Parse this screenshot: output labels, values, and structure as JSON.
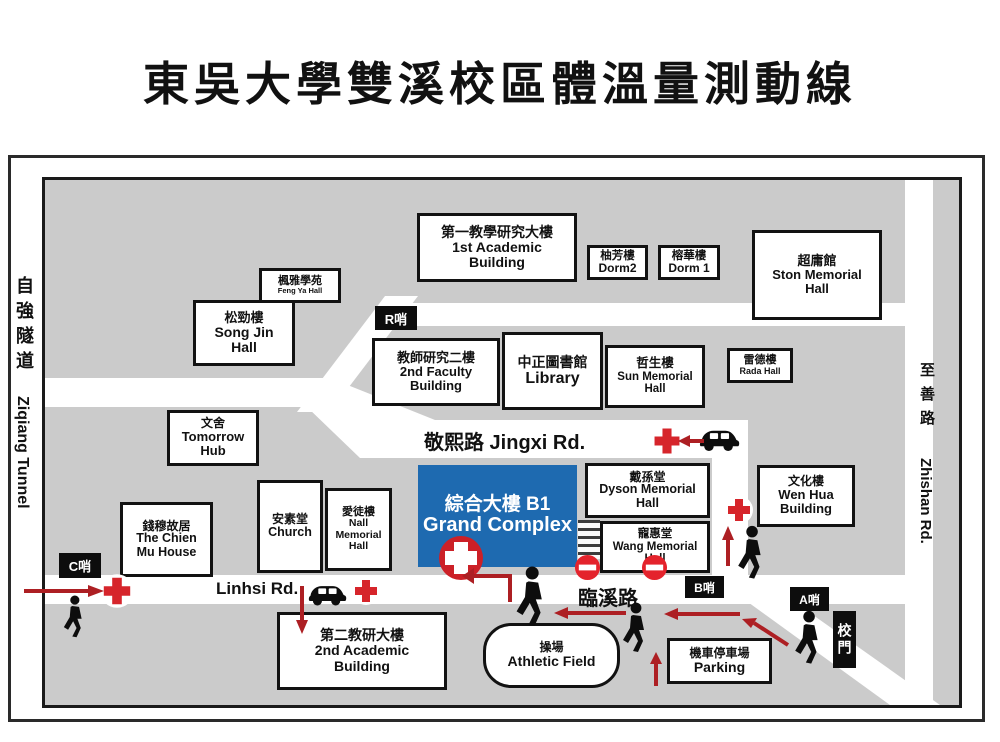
{
  "title": "東吳大學雙溪校區體溫量測動線",
  "margins": {
    "left_zh": "自強隧道",
    "left_en": "Ziqiang Tunnel",
    "right_zh": "至善路",
    "right_en": "Zhishan Rd."
  },
  "roads": {
    "jingxi": "敬熙路 Jingxi Rd.",
    "linhsi_en": "Linhsi Rd.",
    "linhsi_zh": "臨溪路"
  },
  "checkpoints": {
    "r": "R哨",
    "c": "C哨",
    "b": "B哨",
    "a": "A哨",
    "gate": "校門"
  },
  "buildings": {
    "feng_ya": {
      "zh": "楓雅學苑",
      "en": "Feng Ya Hall"
    },
    "song_jin": {
      "zh": "松勁樓",
      "en": "Song Jin Hall"
    },
    "first_academic": {
      "zh": "第一教學研究大樓",
      "en": "1st Academic Building"
    },
    "dorm2": {
      "zh": "柚芳樓",
      "en": "Dorm2"
    },
    "dorm1": {
      "zh": "榕華樓",
      "en": "Dorm 1"
    },
    "ston": {
      "zh": "超庸館",
      "en": "Ston Memorial Hall"
    },
    "second_faculty": {
      "zh": "教師研究二樓",
      "en": "2nd Faculty Building"
    },
    "library": {
      "zh": "中正圖書館",
      "en": "Library"
    },
    "sun": {
      "zh": "哲生樓",
      "en": "Sun Memorial Hall"
    },
    "rada": {
      "zh": "雷德樓",
      "en": "Rada Hall"
    },
    "tomorrow": {
      "zh": "文舍",
      "en": "Tomorrow Hub"
    },
    "chien_mu": {
      "zh": "錢穆故居",
      "en": "The Chien Mu House"
    },
    "church": {
      "zh": "安素堂",
      "en": "Church"
    },
    "nall": {
      "zh": "愛徒樓",
      "en": "Nall Memorial Hall"
    },
    "grand": {
      "zh": "綜合大樓 B1",
      "en": "Grand Complex"
    },
    "dyson": {
      "zh": "戴孫堂",
      "en": "Dyson Memorial Hall"
    },
    "wang": {
      "zh": "寵惠堂",
      "en": "Wang Memorial Hall"
    },
    "wen_hua": {
      "zh": "文化樓",
      "en": "Wen Hua Building"
    },
    "second_academic": {
      "zh": "第二教研大樓",
      "en": "2nd Academic Building"
    },
    "athletic": {
      "zh": "操場",
      "en": "Athletic Field"
    },
    "parking": {
      "zh": "機車停車場",
      "en": "Parking"
    }
  },
  "icons": {
    "medical_checkpoint": "red-cross-in-white-circle",
    "main_medical_checkpoint": "white-cross-in-red-circle",
    "no_entry": "red-circle-with-white-bar",
    "car": "black-car-silhouette",
    "pedestrian": "black-walking-person-silhouette",
    "route_arrow": "dark-red-arrow"
  },
  "colors": {
    "map_gray": "#cbcbcb",
    "accent_blue": "#1e6ab0",
    "cross_red": "#d6252b",
    "no_entry_red": "#e4232c",
    "arrow_red": "#ad1f23",
    "black": "#111111"
  }
}
